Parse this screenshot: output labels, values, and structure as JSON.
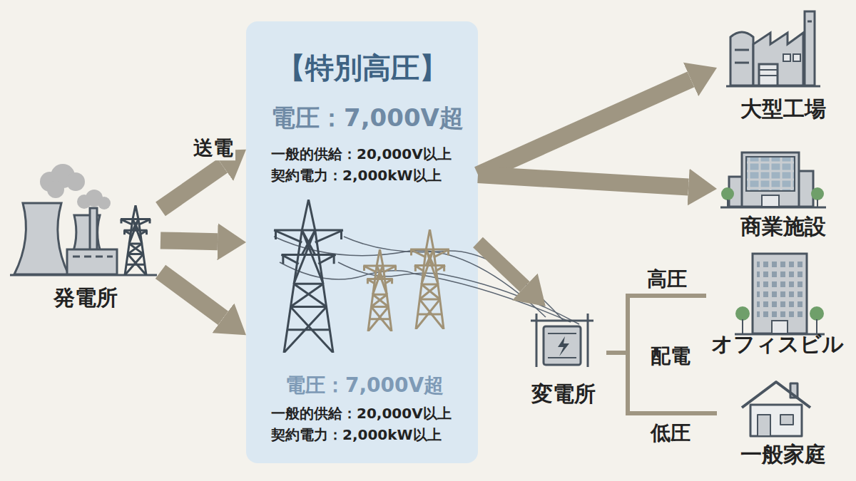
{
  "diagram": {
    "nodes": [
      {
        "text": [
          "発電所"
        ]
      },
      {
        "text": [
          "【特別高圧】",
          "電圧：7,000V超",
          "一般的供給：20,000V以上",
          "契約電力：2,000kW以上",
          "電圧：7,000V超",
          "一般的供給：20,000V以上",
          "契約電力：2,000kW以上"
        ]
      },
      {
        "text": [
          "大型工場"
        ]
      },
      {
        "text": [
          "商業施設"
        ]
      },
      {
        "text": [
          "変電所"
        ]
      },
      {
        "text": [
          "オフィスビル"
        ]
      },
      {
        "text": [
          "一般家庭"
        ]
      }
    ],
    "edges": [
      {
        "from": 0,
        "to": 1,
        "arrow": "to",
        "label": "送電"
      },
      {
        "from": 0,
        "to": 1,
        "arrow": "to"
      },
      {
        "from": 0,
        "to": 1,
        "arrow": "to"
      },
      {
        "from": 1,
        "to": 2,
        "arrow": "to"
      },
      {
        "from": 1,
        "to": 3,
        "arrow": "to"
      },
      {
        "from": 1,
        "to": 4,
        "arrow": "to"
      },
      {
        "from": 4,
        "to": 5,
        "arrow": "none",
        "label": "高圧"
      },
      {
        "from": 4,
        "to": 6,
        "arrow": "none",
        "label": "低圧"
      }
    ],
    "labels": [
      "配電"
    ]
  }
}
